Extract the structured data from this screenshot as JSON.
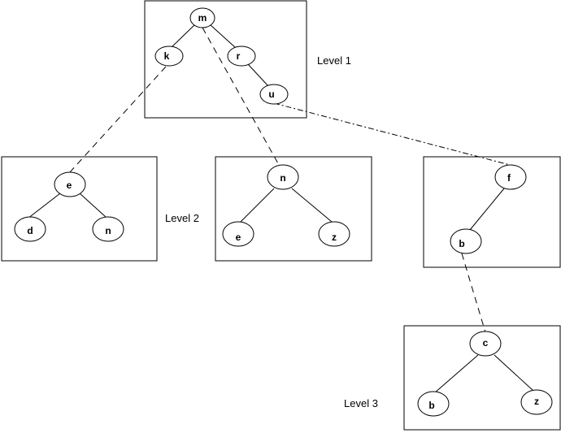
{
  "levels": [
    {
      "label": "Level 1"
    },
    {
      "label": "Level 2"
    },
    {
      "label": "Level 3"
    }
  ],
  "trees": [
    {
      "level": 1,
      "nodes": [
        {
          "label": "m"
        },
        {
          "label": "k"
        },
        {
          "label": "r"
        },
        {
          "label": "u"
        }
      ],
      "edges": [
        [
          "m",
          "k"
        ],
        [
          "m",
          "r"
        ],
        [
          "r",
          "u"
        ]
      ]
    },
    {
      "level": 2,
      "nodes": [
        {
          "label": "e"
        },
        {
          "label": "d"
        },
        {
          "label": "n"
        }
      ],
      "edges": [
        [
          "e",
          "d"
        ],
        [
          "e",
          "n"
        ]
      ]
    },
    {
      "level": 2,
      "nodes": [
        {
          "label": "n"
        },
        {
          "label": "e"
        },
        {
          "label": "z"
        }
      ],
      "edges": [
        [
          "n",
          "e"
        ],
        [
          "n",
          "z"
        ]
      ]
    },
    {
      "level": 2,
      "nodes": [
        {
          "label": "f"
        },
        {
          "label": "b"
        }
      ],
      "edges": [
        [
          "f",
          "b"
        ]
      ]
    },
    {
      "level": 3,
      "nodes": [
        {
          "label": "c"
        },
        {
          "label": "b"
        },
        {
          "label": "z"
        }
      ],
      "edges": [
        [
          "c",
          "b"
        ],
        [
          "c",
          "z"
        ]
      ]
    }
  ],
  "links": [
    {
      "from": "k",
      "to": "e",
      "style": "dashed"
    },
    {
      "from": "m",
      "to": "n",
      "style": "dashed"
    },
    {
      "from": "u",
      "to": "f",
      "style": "dash-dot"
    },
    {
      "from": "b",
      "to": "c",
      "style": "dashed"
    }
  ]
}
